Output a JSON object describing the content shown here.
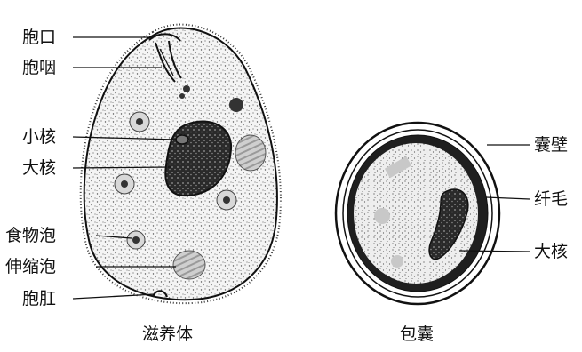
{
  "figure": {
    "trophozoite": {
      "caption": "滋养体",
      "labels": {
        "cytostome": "胞口",
        "cytopharynx": "胞咽",
        "micronucleus": "小核",
        "macronucleus": "大核",
        "food_vacuole": "食物泡",
        "contractile_vacuole": "伸缩泡",
        "cytopyge": "胞肛"
      }
    },
    "cyst": {
      "caption": "包囊",
      "labels": {
        "cyst_wall": "囊壁",
        "cilia": "纤毛",
        "macronucleus": "大核"
      }
    }
  }
}
